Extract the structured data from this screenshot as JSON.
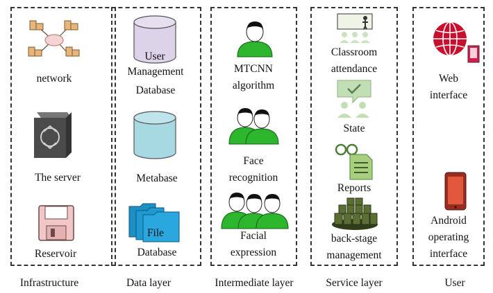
{
  "columns": [
    {
      "title": "Infrastructure",
      "items": [
        {
          "icon": "network-icon",
          "label": "network"
        },
        {
          "icon": "server-icon",
          "label": "The server"
        },
        {
          "icon": "floppy-disk-icon",
          "label": "Reservoir"
        }
      ]
    },
    {
      "title": "Data layer",
      "items": [
        {
          "icon": "database-cylinder-icon",
          "label_top": "User",
          "label": [
            "Management",
            "Database"
          ]
        },
        {
          "icon": "database-cylinder-icon",
          "label": "Metabase"
        },
        {
          "icon": "folder-icon",
          "label_top": "File",
          "label": "Database"
        }
      ]
    },
    {
      "title": "Intermediate layer",
      "items": [
        {
          "icon": "person-icon",
          "label": [
            "MTCNN",
            "algorithm"
          ]
        },
        {
          "icon": "two-people-icon",
          "label": [
            "Face",
            "recognition"
          ]
        },
        {
          "icon": "group-people-icon",
          "label": [
            "Facial",
            "expression"
          ]
        }
      ]
    },
    {
      "title": "Service layer",
      "items": [
        {
          "icon": "classroom-icon",
          "label": [
            "Classroom",
            "attendance"
          ]
        },
        {
          "icon": "chat-check-icon",
          "label": "State"
        },
        {
          "icon": "report-icon",
          "label": "Reports"
        },
        {
          "icon": "server-stack-icon",
          "label": [
            "back-stage",
            "management"
          ]
        }
      ]
    },
    {
      "title": "User",
      "items": [
        {
          "icon": "web-globe-icon",
          "label": [
            "Web",
            "interface"
          ]
        },
        {
          "icon": "android-phone-icon",
          "label": [
            "Android",
            "operating",
            "interface"
          ]
        }
      ]
    }
  ],
  "colors": {
    "border": "#333333",
    "person_green": "#2db52d",
    "cylinder_lavender": "#dcd3e8",
    "cylinder_cyan": "#a7d9e3",
    "folder_blue": "#2aa7de",
    "disk_pink": "#f0c6c6",
    "server_gray": "#555555",
    "globe_red": "#c8102e",
    "phone_red": "#c0392b",
    "pale_green": "#c2deb4"
  }
}
